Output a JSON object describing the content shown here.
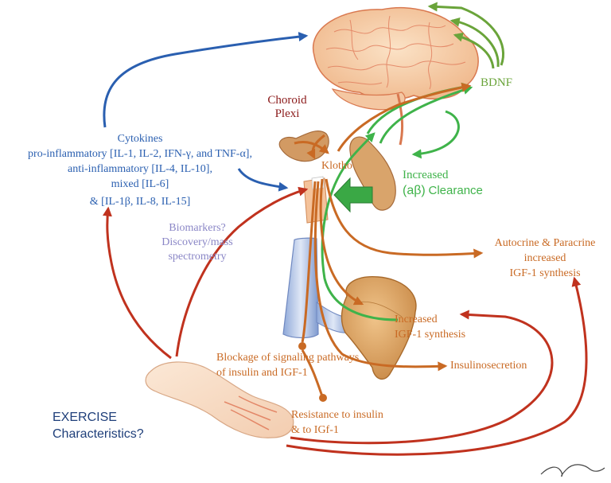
{
  "labels": {
    "bdnf": "BDNF",
    "choroid_line1": "Choroid",
    "choroid_line2": "Plexi",
    "klotho": "Klotho",
    "increased": "Increased",
    "ab": "(aβ)",
    "clearance": "Clearance",
    "cytokines": {
      "title": "Cytokines",
      "pro": "pro-inflammatory [IL-1, IL-2, IFN-γ, and TNF-α],",
      "anti": "anti-inflammatory [IL-4, IL-10],",
      "mixed": "mixed [IL-6]",
      "extra": "& [IL-1β, IL-8, IL-15]"
    },
    "biomarkers": {
      "line1": "Biomarkers?",
      "line2": "Discovery/mass",
      "line3": "spectrometry"
    },
    "autocrine": {
      "line1": "Autocrine & Paracrine",
      "line2": "increased",
      "line3": "IGF-1 synthesis"
    },
    "igf_liver": {
      "line1": "Increased",
      "line2": "IGF-1 synthesis"
    },
    "blockage": {
      "line1": "Blockage of signaling pathways",
      "line2": "of insulin and IGF-1"
    },
    "insulinosecretion": "Insulinosecretion",
    "resistance": {
      "line1": "Resistance to insulin",
      "line2": "& to IGf-1"
    },
    "exercise": {
      "line1": "EXERCISE",
      "line2": "Characteristics?"
    }
  },
  "colors": {
    "blue": "#2a5fb0",
    "orange": "#c96a24",
    "green": "#3fb34a",
    "olive_green": "#6aa43a",
    "red": "#c0321e",
    "dark_red": "#8b1a1a",
    "lavender": "#8a86c6",
    "navy": "#1f3f7a"
  }
}
